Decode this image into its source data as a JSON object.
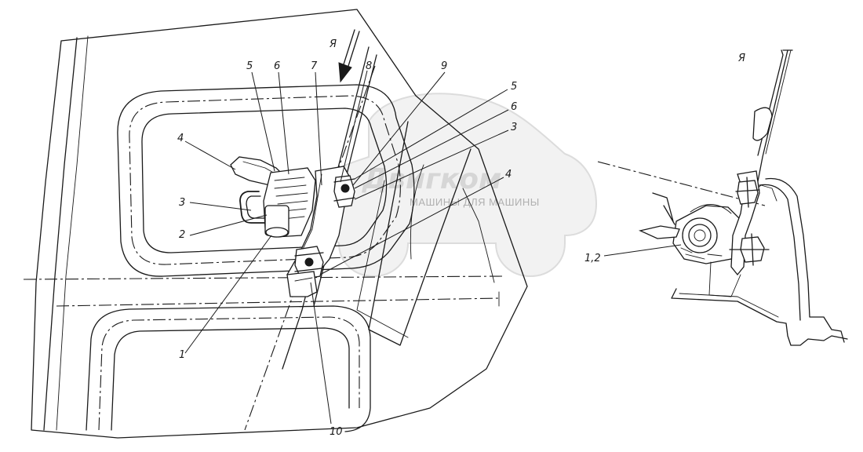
{
  "diagram": {
    "view_label_main": "Я",
    "view_label_side": "Я",
    "callouts_main": [
      {
        "id": "c5a",
        "text": "5"
      },
      {
        "id": "c6a",
        "text": "6"
      },
      {
        "id": "c7",
        "text": "7"
      },
      {
        "id": "c8",
        "text": "8"
      },
      {
        "id": "c9",
        "text": "9"
      },
      {
        "id": "c5b",
        "text": "5"
      },
      {
        "id": "c6b",
        "text": "6"
      },
      {
        "id": "c3b",
        "text": "3"
      },
      {
        "id": "c4b",
        "text": "4"
      },
      {
        "id": "c4a",
        "text": "4"
      },
      {
        "id": "c3a",
        "text": "3"
      },
      {
        "id": "c2",
        "text": "2"
      },
      {
        "id": "c1",
        "text": "1"
      },
      {
        "id": "c10",
        "text": "10"
      }
    ],
    "callouts_side": [
      {
        "id": "c12",
        "text": "1,2"
      }
    ]
  },
  "watermark": {
    "brand": "Двигком",
    "tagline": "МАШИНЫ ДЛЯ МАШИНЫ"
  }
}
